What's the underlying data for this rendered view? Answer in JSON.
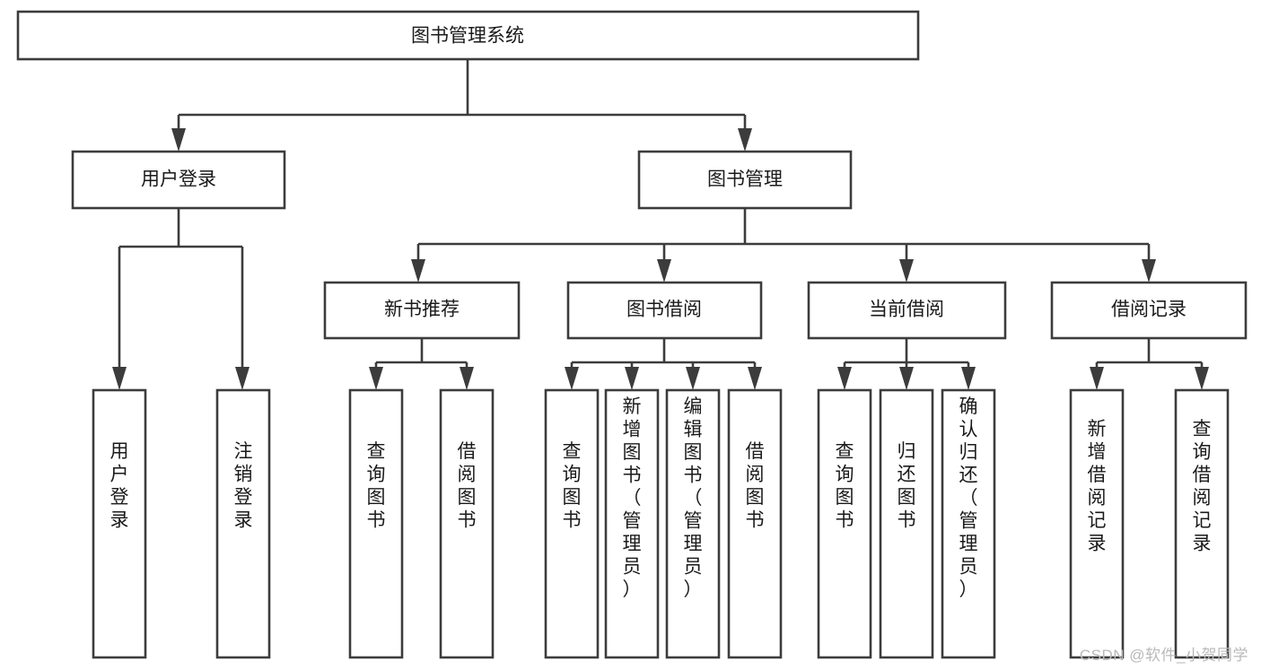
{
  "diagram": {
    "type": "tree-hierarchy",
    "title": "图书管理系统",
    "watermark": "CSDN @软件_小贺同学",
    "colors": {
      "stroke": "#3c3c3c",
      "fill": "#ffffff",
      "text": "#1a1a1a",
      "watermark": "#b9b9b9"
    },
    "levels": [
      {
        "level": 1,
        "nodes": [
          {
            "id": "root",
            "label": "图书管理系统",
            "orientation": "horizontal"
          }
        ]
      },
      {
        "level": 2,
        "nodes": [
          {
            "id": "user-login",
            "label": "用户登录",
            "orientation": "horizontal",
            "parent": "root"
          },
          {
            "id": "book-manage",
            "label": "图书管理",
            "orientation": "horizontal",
            "parent": "root"
          }
        ]
      },
      {
        "level": 3,
        "nodes": [
          {
            "id": "new-book-rec",
            "label": "新书推荐",
            "orientation": "horizontal",
            "parent": "book-manage"
          },
          {
            "id": "book-borrow",
            "label": "图书借阅",
            "orientation": "horizontal",
            "parent": "book-manage"
          },
          {
            "id": "current-borrow",
            "label": "当前借阅",
            "orientation": "horizontal",
            "parent": "book-manage"
          },
          {
            "id": "borrow-record",
            "label": "借阅记录",
            "orientation": "horizontal",
            "parent": "book-manage"
          }
        ]
      },
      {
        "level": 4,
        "nodes": [
          {
            "id": "leaf-1",
            "label": "用户登录",
            "orientation": "vertical",
            "parent": "user-login"
          },
          {
            "id": "leaf-2",
            "label": "注销登录",
            "orientation": "vertical",
            "parent": "user-login"
          },
          {
            "id": "leaf-3",
            "label": "查询图书",
            "orientation": "vertical",
            "parent": "new-book-rec"
          },
          {
            "id": "leaf-4",
            "label": "借阅图书",
            "orientation": "vertical",
            "parent": "new-book-rec"
          },
          {
            "id": "leaf-5",
            "label": "查询图书",
            "orientation": "vertical",
            "parent": "book-borrow"
          },
          {
            "id": "leaf-6",
            "label": "新增图书（管理员）",
            "orientation": "vertical",
            "parent": "book-borrow"
          },
          {
            "id": "leaf-7",
            "label": "编辑图书（管理员）",
            "orientation": "vertical",
            "parent": "book-borrow"
          },
          {
            "id": "leaf-8",
            "label": "借阅图书",
            "orientation": "vertical",
            "parent": "book-borrow"
          },
          {
            "id": "leaf-9",
            "label": "查询图书",
            "orientation": "vertical",
            "parent": "current-borrow"
          },
          {
            "id": "leaf-10",
            "label": "归还图书",
            "orientation": "vertical",
            "parent": "current-borrow"
          },
          {
            "id": "leaf-11",
            "label": "确认归还（管理员）",
            "orientation": "vertical",
            "parent": "current-borrow"
          },
          {
            "id": "leaf-12",
            "label": "新增借阅记录",
            "orientation": "vertical",
            "parent": "borrow-record"
          },
          {
            "id": "leaf-13",
            "label": "查询借阅记录",
            "orientation": "vertical",
            "parent": "borrow-record"
          }
        ]
      }
    ]
  }
}
